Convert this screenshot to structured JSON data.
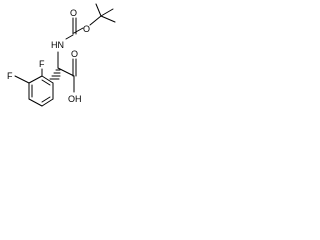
{
  "molecule": {
    "atoms": {
      "nitrogen_hydrogen": "HN",
      "carbamate_oxygen_single": "O",
      "carbamate_oxygen_double": "O",
      "acid_oxygen_double": "O",
      "acid_hydroxyl": "OH",
      "fluorine_ortho": "F",
      "fluorine_meta": "F"
    },
    "bond_color": "#000000",
    "background": "#ffffff"
  }
}
